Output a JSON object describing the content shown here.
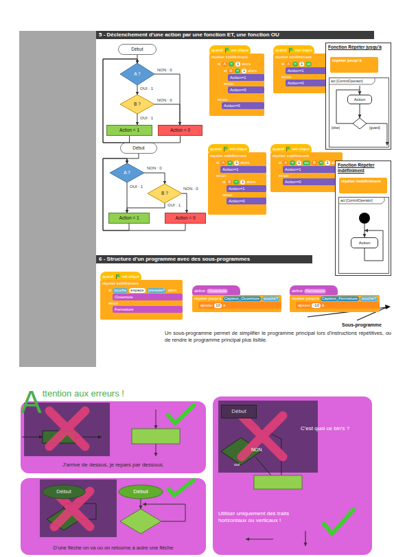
{
  "diagram": {
    "nodes": [
      {
        "text": [
          "5 - Déclenchement d'une action par une fonction ET, une fonction OU"
        ]
      },
      {
        "text": [
          "Début"
        ]
      },
      {
        "text": [
          "A ?"
        ]
      },
      {
        "text": [
          "B ?"
        ]
      },
      {
        "text": [
          "Action = 1"
        ]
      },
      {
        "text": [
          "Action = 0"
        ]
      },
      {
        "text": [
          "quand",
          "est cliqué"
        ]
      },
      {
        "text": [
          "répéter indéfiniment"
        ]
      },
      {
        "text": [
          "si",
          "A",
          "=",
          "1",
          "alors"
        ],
        "in": 7
      },
      {
        "text": [
          "si",
          "B",
          "=",
          "1",
          "alors"
        ],
        "in": 8
      },
      {
        "text": [
          "Action=1"
        ],
        "in": 9
      },
      {
        "text": [
          "sinon"
        ],
        "in": 9
      },
      {
        "text": [
          "Action=0"
        ],
        "in": 9
      },
      {
        "text": [
          "sinon"
        ],
        "in": 8
      },
      {
        "text": [
          "Action=0"
        ],
        "in": 8
      },
      {
        "text": [
          "quand",
          "est cliqué"
        ]
      },
      {
        "text": [
          "répéter indéfiniment"
        ]
      },
      {
        "text": [
          "si",
          "A",
          "=",
          "1",
          "et"
        ],
        "in": 16
      },
      {
        "text": [
          "Action=1"
        ],
        "in": 17
      },
      {
        "text": [
          "sinon"
        ],
        "in": 17
      },
      {
        "text": [
          "Action=0"
        ],
        "in": 17
      },
      {
        "text": [
          "Fonction Répéter jusqu'à"
        ]
      },
      {
        "text": [
          "répéter jusqu'à"
        ],
        "in": 21
      },
      {
        "text": [
          "act [ControlOperator]",
          "[else]",
          "[guard]"
        ],
        "in": 21
      },
      {
        "text": [
          "Action"
        ],
        "in": 23
      },
      {
        "text": [
          "Début"
        ]
      },
      {
        "text": [
          "A ?"
        ]
      },
      {
        "text": [
          "B ?"
        ]
      },
      {
        "text": [
          "Action = 1"
        ]
      },
      {
        "text": [
          "Action = 0"
        ]
      },
      {
        "text": [
          "quand",
          "est cliqué"
        ]
      },
      {
        "text": [
          "répéter indéfiniment"
        ]
      },
      {
        "text": [
          "si",
          "A",
          "=",
          "1",
          "alors"
        ],
        "in": 31
      },
      {
        "text": [
          "Action=1"
        ],
        "in": 32
      },
      {
        "text": [
          "sinon"
        ],
        "in": 32
      },
      {
        "text": [
          "si",
          "B",
          "=",
          "1",
          "alors"
        ],
        "in": 32
      },
      {
        "text": [
          "Action=1"
        ],
        "in": 35
      },
      {
        "text": [
          "sinon"
        ],
        "in": 35
      },
      {
        "text": [
          "Action=0"
        ],
        "in": 35
      },
      {
        "text": [
          "quand",
          "est cliqué"
        ]
      },
      {
        "text": [
          "répéter indéfiniment"
        ]
      },
      {
        "text": [
          "si",
          "A",
          "=",
          "1",
          "ou",
          "B",
          "=",
          "1",
          "alors"
        ],
        "in": 40
      },
      {
        "text": [
          "Action=1"
        ],
        "in": 41
      },
      {
        "text": [
          "sinon"
        ],
        "in": 41
      },
      {
        "text": [
          "Action=0"
        ],
        "in": 41
      },
      {
        "text": [
          "Fonction Répéter indéfiniment"
        ]
      },
      {
        "text": [
          "répéter indéfiniment"
        ],
        "in": 45
      },
      {
        "text": [
          "act [ControlOperator]"
        ],
        "in": 45
      },
      {
        "text": [
          "Action"
        ],
        "in": 47
      },
      {
        "text": [
          "6 - Structure d'un programme avec des sous-programmes"
        ]
      },
      {
        "text": [
          "quand",
          "est cliqué"
        ]
      },
      {
        "text": [
          "répéter indéfiniment"
        ]
      },
      {
        "text": [
          "si",
          "touche",
          "espace",
          "pressée?",
          "alors"
        ],
        "in": 51
      },
      {
        "text": [
          "Ouverture"
        ],
        "in": 52
      },
      {
        "text": [
          "sinon"
        ],
        "in": 52
      },
      {
        "text": [
          "Fermeture"
        ],
        "in": 52
      },
      {
        "text": [
          "définir",
          "Ouverture"
        ]
      },
      {
        "text": [
          "répéter jusqu'à",
          "Capteur_Ouverture",
          "touché?"
        ]
      },
      {
        "text": [
          "ajouter",
          "10",
          "à"
        ],
        "in": 57
      },
      {
        "text": [
          "définir",
          "Fermeture"
        ]
      },
      {
        "text": [
          "répéter jusqu'à",
          "Capteur_Fermeture",
          "touché?"
        ]
      },
      {
        "text": [
          "ajouter",
          "-10",
          "à"
        ],
        "in": 60
      },
      {
        "text": [
          "J'arrive de dessus, je repars par dessous."
        ]
      },
      {
        "text": [
          "D'une flèche on va ou on retourne à autre une flèche"
        ]
      },
      {
        "text": [
          "Début"
        ],
        "in": 63
      },
      {
        "text": [
          "Début"
        ],
        "in": 63
      },
      {
        "text": [
          "C'est quoi ce bin's ?",
          "Utiliser uniquement des traits horizontaux ou verticaux !"
        ]
      },
      {
        "text": [
          "Début"
        ],
        "in": 66
      }
    ],
    "edges": [
      {
        "from": 1,
        "to": 2,
        "arrow": "to"
      },
      {
        "from": 2,
        "to": 3,
        "label": "OUI : 1",
        "arrow": "to"
      },
      {
        "from": 2,
        "to": 5,
        "label": "NON : 0",
        "arrow": "to"
      },
      {
        "from": 3,
        "to": 4,
        "label": "OUI : 1",
        "arrow": "to"
      },
      {
        "from": 3,
        "to": 5,
        "label": "NON : 0",
        "arrow": "to"
      },
      {
        "from": 4,
        "to": 2,
        "arrow": "to"
      },
      {
        "from": 5,
        "to": 2,
        "arrow": "to"
      },
      {
        "from": 25,
        "to": 26,
        "arrow": "to"
      },
      {
        "from": 26,
        "to": 28,
        "label": "OUI : 1",
        "arrow": "to"
      },
      {
        "from": 26,
        "to": 27,
        "label": "NON : 0",
        "arrow": "to"
      },
      {
        "from": 27,
        "to": 28,
        "label": "OUI : 1",
        "arrow": "to"
      },
      {
        "from": 27,
        "to": 29,
        "label": "NON : 0",
        "arrow": "to"
      },
      {
        "from": 28,
        "to": 26,
        "arrow": "to"
      },
      {
        "from": 29,
        "to": 26,
        "arrow": "to"
      }
    ],
    "labels": [
      "Attention aux erreurs !",
      "Sous-programme",
      "Un sous-programme permet de simplifier le programme principal lors d'instructions répétitives, ou de rendre le programme principal plus lisible.",
      "NON",
      "oui"
    ]
  }
}
